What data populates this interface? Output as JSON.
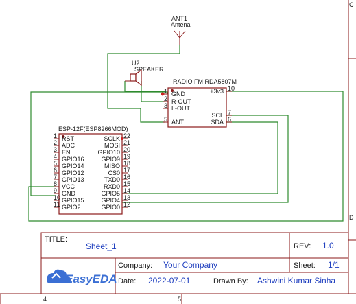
{
  "antenna": {
    "ref": "ANT1",
    "value": "Antena"
  },
  "speaker": {
    "ref": "U2",
    "value": "SPEAKER"
  },
  "radio": {
    "title": "RADIO FM RDA5807M",
    "pins_left": [
      {
        "num": "1",
        "name": "GND"
      },
      {
        "num": "2",
        "name": "R-OUT"
      },
      {
        "num": "3",
        "name": "L-OUT"
      },
      {
        "num": "5",
        "name": "ANT"
      }
    ],
    "pins_right": [
      {
        "num": "10",
        "name": "+3v3"
      },
      {
        "num": "7",
        "name": "SCL"
      },
      {
        "num": "6",
        "name": "SDA"
      }
    ]
  },
  "esp": {
    "title": "ESP-12F(ESP8266MOD)",
    "pins_left": [
      {
        "num": "1",
        "name": "RST"
      },
      {
        "num": "2",
        "name": "ADC"
      },
      {
        "num": "3",
        "name": "EN"
      },
      {
        "num": "4",
        "name": "GPIO16"
      },
      {
        "num": "5",
        "name": "GPIO14"
      },
      {
        "num": "6",
        "name": "GPIO12"
      },
      {
        "num": "7",
        "name": "GPIO13"
      },
      {
        "num": "8",
        "name": "VCC"
      },
      {
        "num": "9",
        "name": "GND"
      },
      {
        "num": "10",
        "name": "GPIO15"
      },
      {
        "num": "11",
        "name": "GPIO2"
      }
    ],
    "pins_right": [
      {
        "num": "22",
        "name": "SCLK"
      },
      {
        "num": "21",
        "name": "MOSI"
      },
      {
        "num": "20",
        "name": "GPIO10"
      },
      {
        "num": "19",
        "name": "GPIO9"
      },
      {
        "num": "18",
        "name": "MISO"
      },
      {
        "num": "17",
        "name": "CS0"
      },
      {
        "num": "16",
        "name": "TXD0"
      },
      {
        "num": "15",
        "name": "RXD0"
      },
      {
        "num": "14",
        "name": "GPIO5"
      },
      {
        "num": "13",
        "name": "GPIO4"
      },
      {
        "num": "12",
        "name": "GPIO0"
      }
    ]
  },
  "title_block": {
    "title_label": "TITLE:",
    "title": "Sheet_1",
    "rev_label": "REV:",
    "rev": "1.0",
    "logo": "EasyEDA",
    "company_label": "Company:",
    "company": "Your Company",
    "sheet_label": "Sheet:",
    "sheet": "1/1",
    "date_label": "Date:",
    "date": "2022-07-01",
    "drawn_label": "Drawn By:",
    "drawn_by": "Ashwini Kumar Sinha"
  },
  "frame": {
    "col4": "4",
    "col5": "5",
    "rowC": "C",
    "rowD": "D"
  },
  "colors": {
    "wire": "#2e8b2e",
    "part": "#8b1a1a",
    "link": "#1f3fbf",
    "vcc_pin": "#cc2222"
  }
}
